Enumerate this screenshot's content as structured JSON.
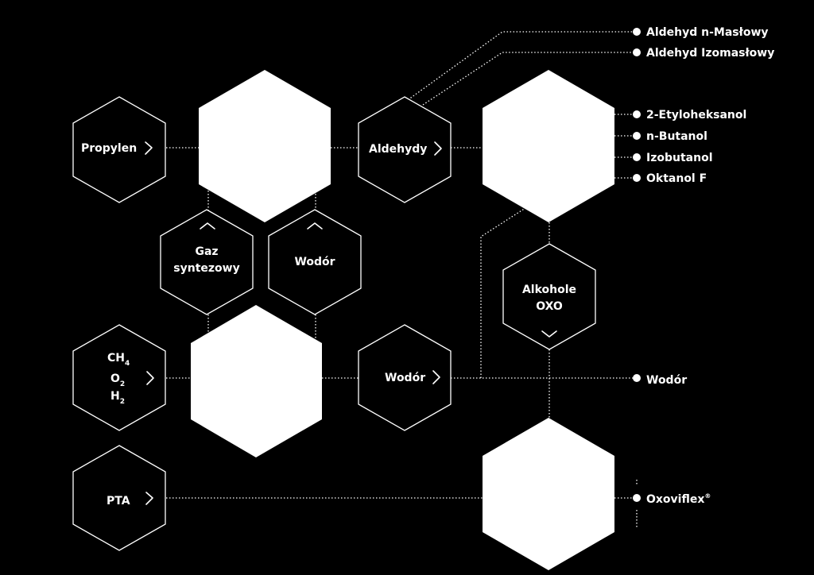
{
  "inputs": {
    "propylen": "Propylen",
    "ch4": {
      "base": "CH",
      "sub": "4"
    },
    "o2": {
      "base": "O",
      "sub": "2"
    },
    "h2": {
      "base": "H",
      "sub": "2"
    },
    "pta": "PTA"
  },
  "intermediates": {
    "aldehydy": "Aldehydy",
    "gaz_line1": "Gaz",
    "gaz_line2": "syntezowy",
    "wodor_top": "Wodór",
    "wodor_mid": "Wodór",
    "alkohole_line1": "Alkohole",
    "alkohole_line2": "OXO"
  },
  "outputs": {
    "aldehyd_n": "Aldehyd n-Masłowy",
    "aldehyd_izo": "Aldehyd Izomasłowy",
    "etyloheksanol": "2-Etyloheksanol",
    "n_butanol": "n-Butanol",
    "izobutanol": "Izobutanol",
    "oktanol": "Oktanol F",
    "wodor": "Wodór",
    "oxoviflex": "Oxoviflex",
    "oxoviflex_reg": "®"
  },
  "icons": {
    "arrow": "chevron-right-icon",
    "up": "chevron-up-icon",
    "down": "chevron-down-icon",
    "bullet": "dot-icon"
  },
  "colors": {
    "background": "#000000",
    "foreground": "#ffffff"
  }
}
